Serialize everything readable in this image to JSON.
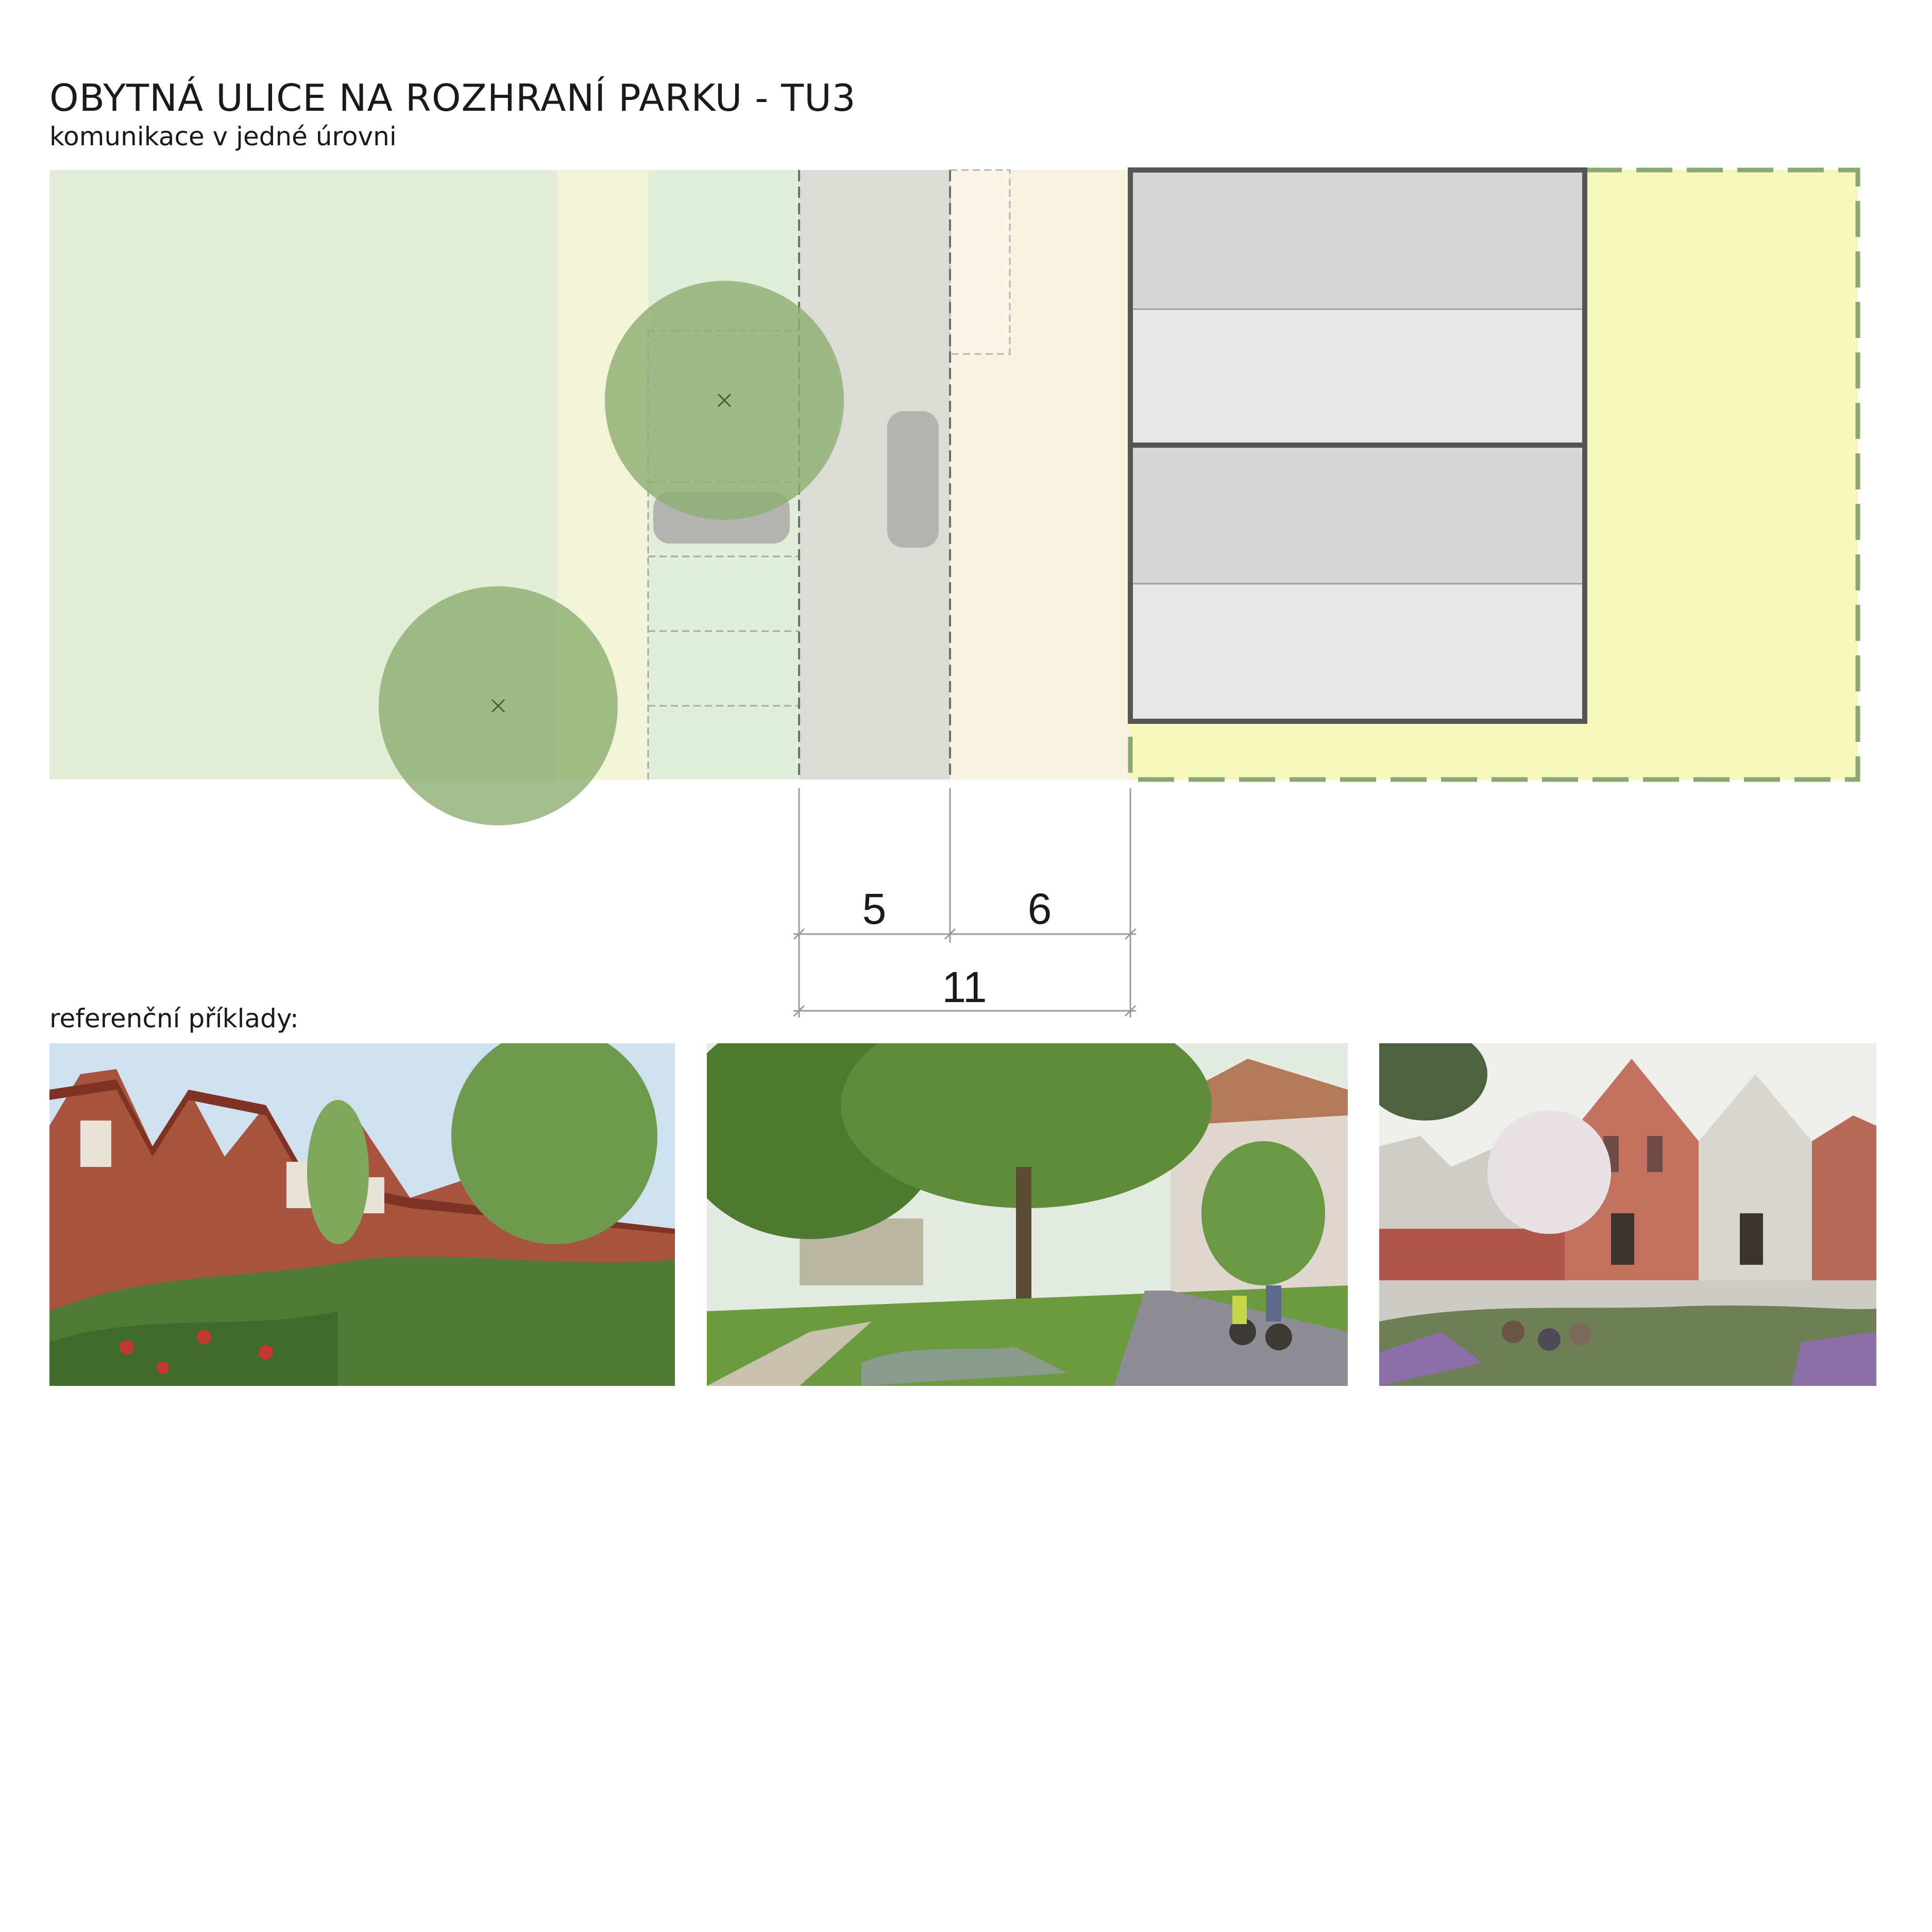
{
  "header": {
    "title": "OBYTNÁ ULICE NA ROZHRANÍ PARKU - TU3",
    "subtitle": "komunikace v jedné úrovni"
  },
  "dimensions": {
    "left_segment": "5",
    "right_segment": "6",
    "total": "11"
  },
  "references": {
    "label": "referenční příklady:",
    "images": [
      {
        "subject": "red-brick-terraced-houses-with-planted-street"
      },
      {
        "subject": "green-street-with-stream-and-cyclists"
      },
      {
        "subject": "brick-gabled-houses-with-meadow-and-children"
      }
    ]
  },
  "colors": {
    "park_green": "#e3eed9",
    "verge_yellow": "#f1f4d6",
    "tree_canopy": "#8fae73",
    "roadway_grey": "#dcdcd7",
    "sidewalk_cream": "#f8f3e0",
    "garden_yellow": "#f6f7ba",
    "building_roof_dark": "#d7d7d7",
    "building_roof_light": "#e8e8e8",
    "plot_boundary": "#8aa870"
  }
}
